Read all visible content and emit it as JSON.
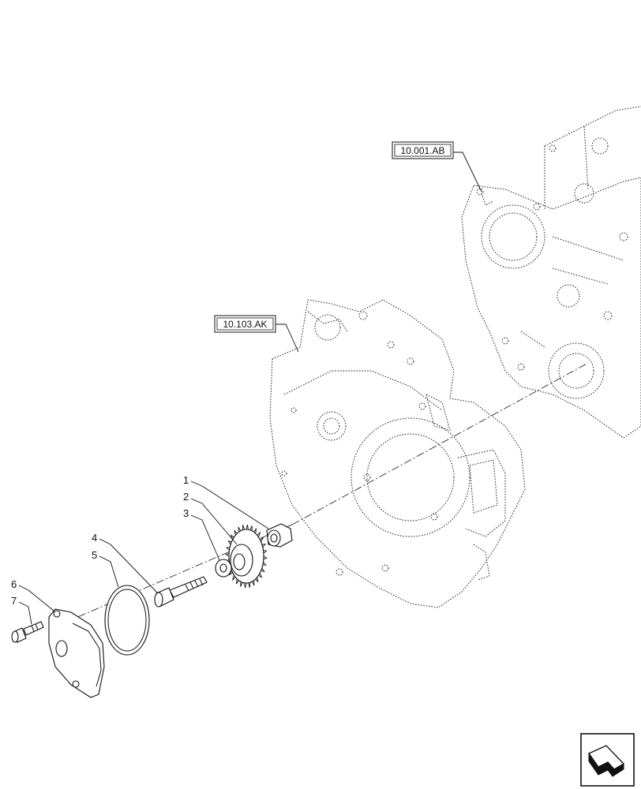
{
  "diagram": {
    "references": [
      {
        "id": "ref-engine-block",
        "label": "10.001.AB"
      },
      {
        "id": "ref-flywheel-housing",
        "label": "10.103.AK"
      }
    ],
    "callouts": [
      "1",
      "2",
      "3",
      "4",
      "5",
      "6",
      "7"
    ],
    "nav_icon": "next-page-arrow-icon"
  }
}
